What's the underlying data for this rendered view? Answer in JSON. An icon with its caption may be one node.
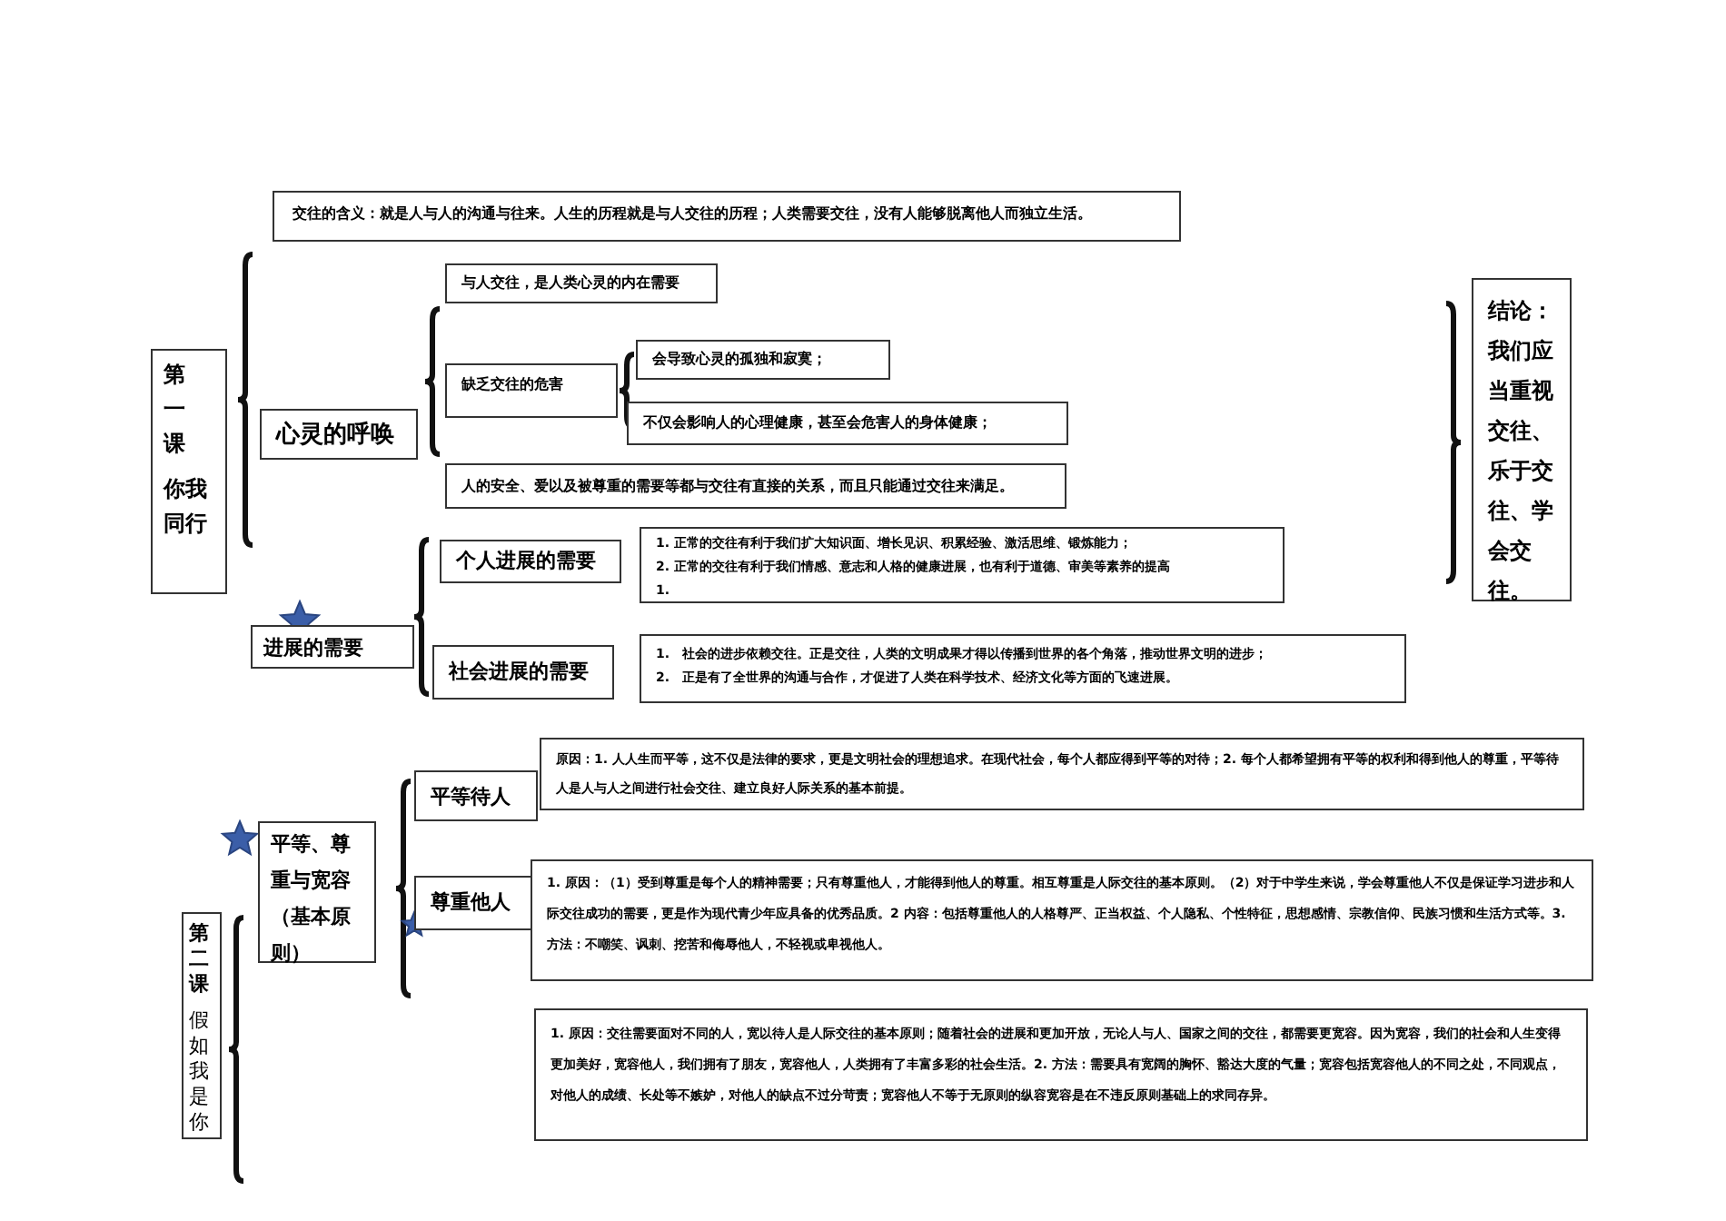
{
  "diagram": {
    "nodes": [
      {
        "text": [
          "交往的含义：就是人与人的沟通与往来。人生的历程就是与人交往的历程；人类需要交往，没有人能够脱离他人而独立生活。"
        ]
      },
      {
        "text": [
          "第一课",
          "你我同行"
        ]
      },
      {
        "text": [
          "心灵的呼唤"
        ]
      },
      {
        "text": [
          "与人交往，是人类心灵的内在需要"
        ]
      },
      {
        "text": [
          "缺乏交往的危害"
        ]
      },
      {
        "text": [
          "会导致心灵的孤独和寂寞；"
        ]
      },
      {
        "text": [
          "不仅会影响人的心理健康，甚至会危害人的身体健康；"
        ]
      },
      {
        "text": [
          "人的安全、爱以及被尊重的需要等都与交往有直接的关系，而且只能通过交往来满足。"
        ]
      },
      {
        "text": [
          "结论：我们应当重视交往、乐于交往、学会交往。"
        ]
      },
      {
        "text": [
          "进展的需要"
        ]
      },
      {
        "text": [
          "个人进展的需要"
        ]
      },
      {
        "text": [
          "1. 正常的交往有利于我们扩大知识面、增长见识、积累经验、激活思维、锻炼能力；",
          "2. 正常的交往有利于我们情感、意志和人格的健康进展，也有利于道德、审美等素养的提高",
          "1."
        ]
      },
      {
        "text": [
          "社会进展的需要"
        ]
      },
      {
        "text": [
          "1.　社会的进步依赖交往。正是交往，人类的文明成果才得以传播到世界的各个角落，推动世界文明的进步；",
          "2.　正是有了全世界的沟通与合作，才促进了人类在科学技术、经济文化等方面的飞速进展。"
        ]
      },
      {
        "text": [
          "平等、尊重与宽容（基本原则）"
        ]
      },
      {
        "text": [
          "平等待人"
        ]
      },
      {
        "text": [
          "原因：1. 人人生而平等，这不仅是法律的要求，更是文明社会的理想追求。在现代社会，每个人都应得到平等的对待；2. 每个人都希望拥有平等的权利和得到他人的尊重，平等待人是人与人之间进行社会交往、建立良好人际关系的基本前提。"
        ]
      },
      {
        "text": [
          "尊重他人"
        ]
      },
      {
        "text": [
          "1. 原因：（1）受到尊重是每个人的精神需要；只有尊重他人，才能得到他人的尊重。相互尊重是人际交往的基本原则。（2）对于中学生来说，学会尊重他人不仅是保证学习进步和人际交往成功的需要，更是作为现代青少年应具备的优秀品质。2 内容：包括尊重他人的人格尊严、正当权益、个人隐私、个性特征，思想感情、宗教信仰、民族习惯和生活方式等。3. 方法：不嘲笑、讽刺、挖苦和侮辱他人，不轻视或卑视他人。"
        ]
      },
      {
        "text": [
          "第二课",
          "假如我是你"
        ]
      },
      {
        "text": [
          "1. 原因：交往需要面对不同的人，宽以待人是人际交往的基本原则；随着社会的进展和更加开放，无论人与人、国家之间的交往，都需要更宽容。因为宽容，我们的社会和人生变得更加美好，宽容他人，我们拥有了朋友，宽容他人，人类拥有了丰富多彩的社会生活。2. 方法：需要具有宽阔的胸怀、豁达大度的气量；宽容包括宽容他人的不同之处，不同观点，对他人的成绩、长处等不嫉妒，对他人的缺点不过分苛责；宽容他人不等于无原则的纵容宽容是在不违反原则基础上的求同存异。"
        ]
      }
    ]
  }
}
